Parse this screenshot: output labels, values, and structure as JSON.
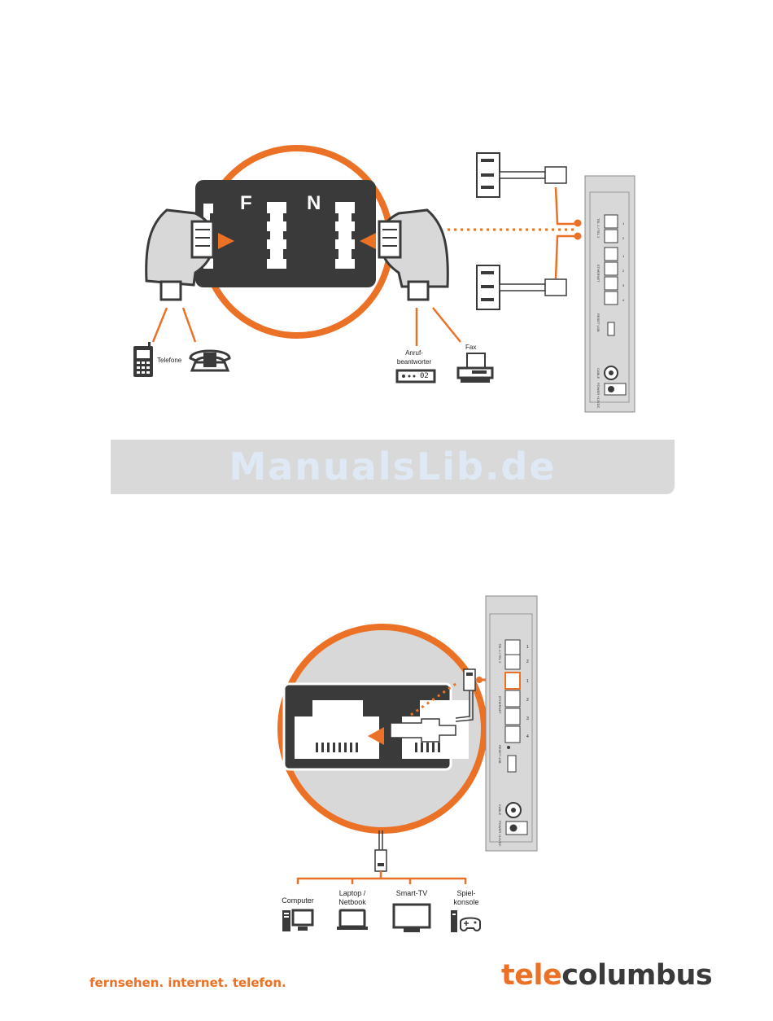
{
  "diagram1": {
    "socket_letters": [
      "F",
      "N"
    ],
    "left_devices_label": "Telefone",
    "answering_machine_label": "Anruf-\nbeantworter",
    "answering_machine_display": "02",
    "fax_label": "Fax"
  },
  "router_labels": {
    "tel_ports": "TEL 1 / TEL 2",
    "ethernet": "ETHERNET",
    "reset_usb": "RESET USB",
    "cable": "CABLE",
    "power": "POWER +12VDC",
    "port_numbers": [
      "1",
      "2",
      "1",
      "2",
      "3",
      "4"
    ]
  },
  "banner": {
    "watermark": "ManualsLib.de"
  },
  "diagram2": {
    "devices": [
      {
        "label": "Computer",
        "icon": "computer-icon"
      },
      {
        "label": "Laptop /\nNetbook",
        "icon": "laptop-icon"
      },
      {
        "label": "Smart-TV",
        "icon": "tv-icon"
      },
      {
        "label": "Spiel-\nkonsole",
        "icon": "game-console-icon"
      }
    ]
  },
  "footer": {
    "slogan": "fernsehen. internet. telefon.",
    "brand_part1": "tele",
    "brand_part2": "columbus"
  },
  "colors": {
    "accent": "#ea7125",
    "dark": "#3a3a3a",
    "router_gray": "#d8d8d8",
    "banner_gray": "#d9d9d9"
  }
}
